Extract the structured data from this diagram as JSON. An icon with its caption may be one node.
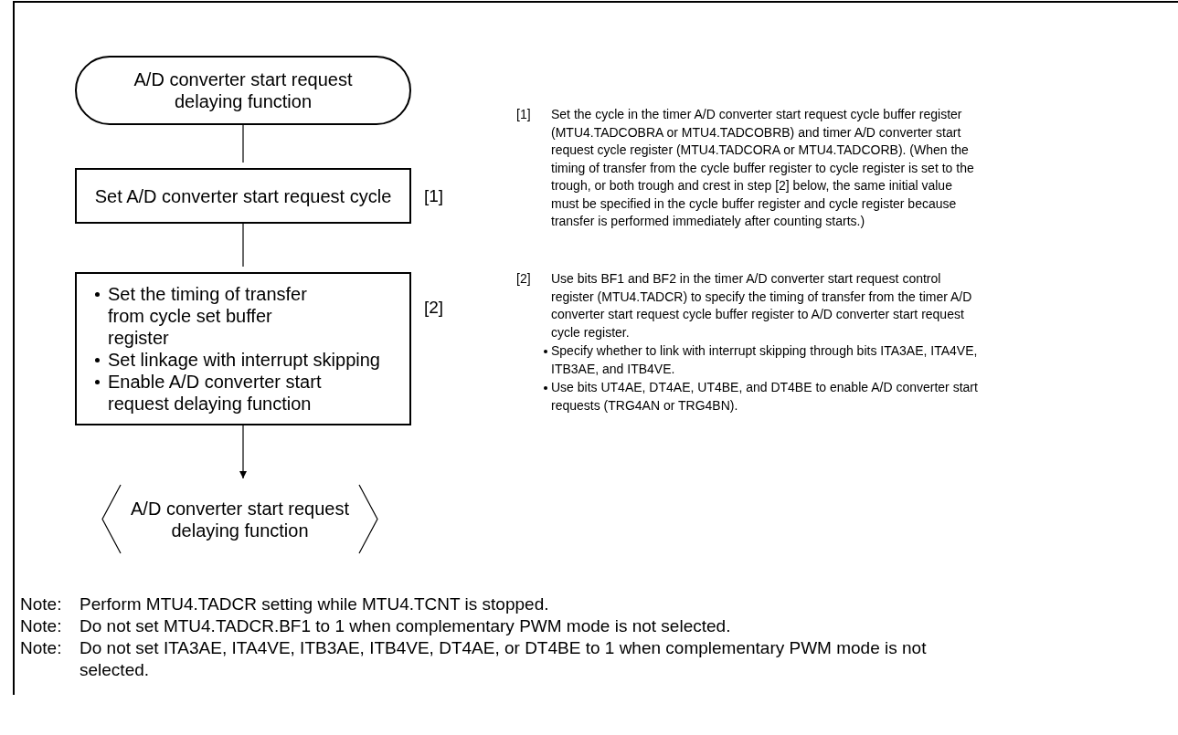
{
  "diagram": {
    "nodes": [
      {
        "text": [
          "A/D converter start request delaying function"
        ]
      },
      {
        "text": [
          "Set A/D converter start request cycle"
        ],
        "beside": [
          "[1]"
        ]
      },
      {
        "text": [
          "Set the timing of transfer from cycle set buffer register",
          "Set linkage with interrupt skipping",
          "Enable A/D converter start request delaying function"
        ],
        "beside": [
          "[2]"
        ]
      },
      {
        "text": [
          "A/D converter start request delaying function"
        ]
      }
    ],
    "edges": [
      {
        "from": 0,
        "to": 1,
        "arrow": "none"
      },
      {
        "from": 1,
        "to": 2,
        "arrow": "none"
      },
      {
        "from": 2,
        "to": 3,
        "arrow": "to"
      }
    ],
    "labels": [
      "[1]",
      "Set the cycle in the timer A/D converter start request cycle buffer register (MTU4.TADCOBRA or MTU4.TADCOBRB) and timer A/D converter start request cycle register (MTU4.TADCORA or MTU4.TADCORB). (When the timing of transfer from the cycle buffer register to cycle register is set to the trough, or both trough and crest in step [2] below, the same initial value must be specified in the cycle buffer register and cycle register because transfer is performed immediately after counting starts.)",
      "[2]",
      "Use bits BF1 and BF2 in the timer A/D converter start request control register (MTU4.TADCR) to specify the timing of transfer from the timer A/D converter start request cycle buffer register to A/D converter start request cycle register.",
      "Specify whether to link with interrupt skipping through bits ITA3AE, ITA4VE, ITB3AE, and ITB4VE.",
      "Use bits UT4AE, DT4AE, UT4BE, and DT4BE to enable A/D converter start requests (TRG4AN or TRG4BN).",
      "Note:",
      "Perform MTU4.TADCR setting while MTU4.TCNT is stopped.",
      "Note:",
      "Do not set MTU4.TADCR.BF1 to 1 when complementary PWM mode is not selected.",
      "Note:",
      "Do not set ITA3AE, ITA4VE, ITB3AE, ITB4VE, DT4AE, or DT4BE to 1 when complementary PWM mode is not selected."
    ]
  }
}
